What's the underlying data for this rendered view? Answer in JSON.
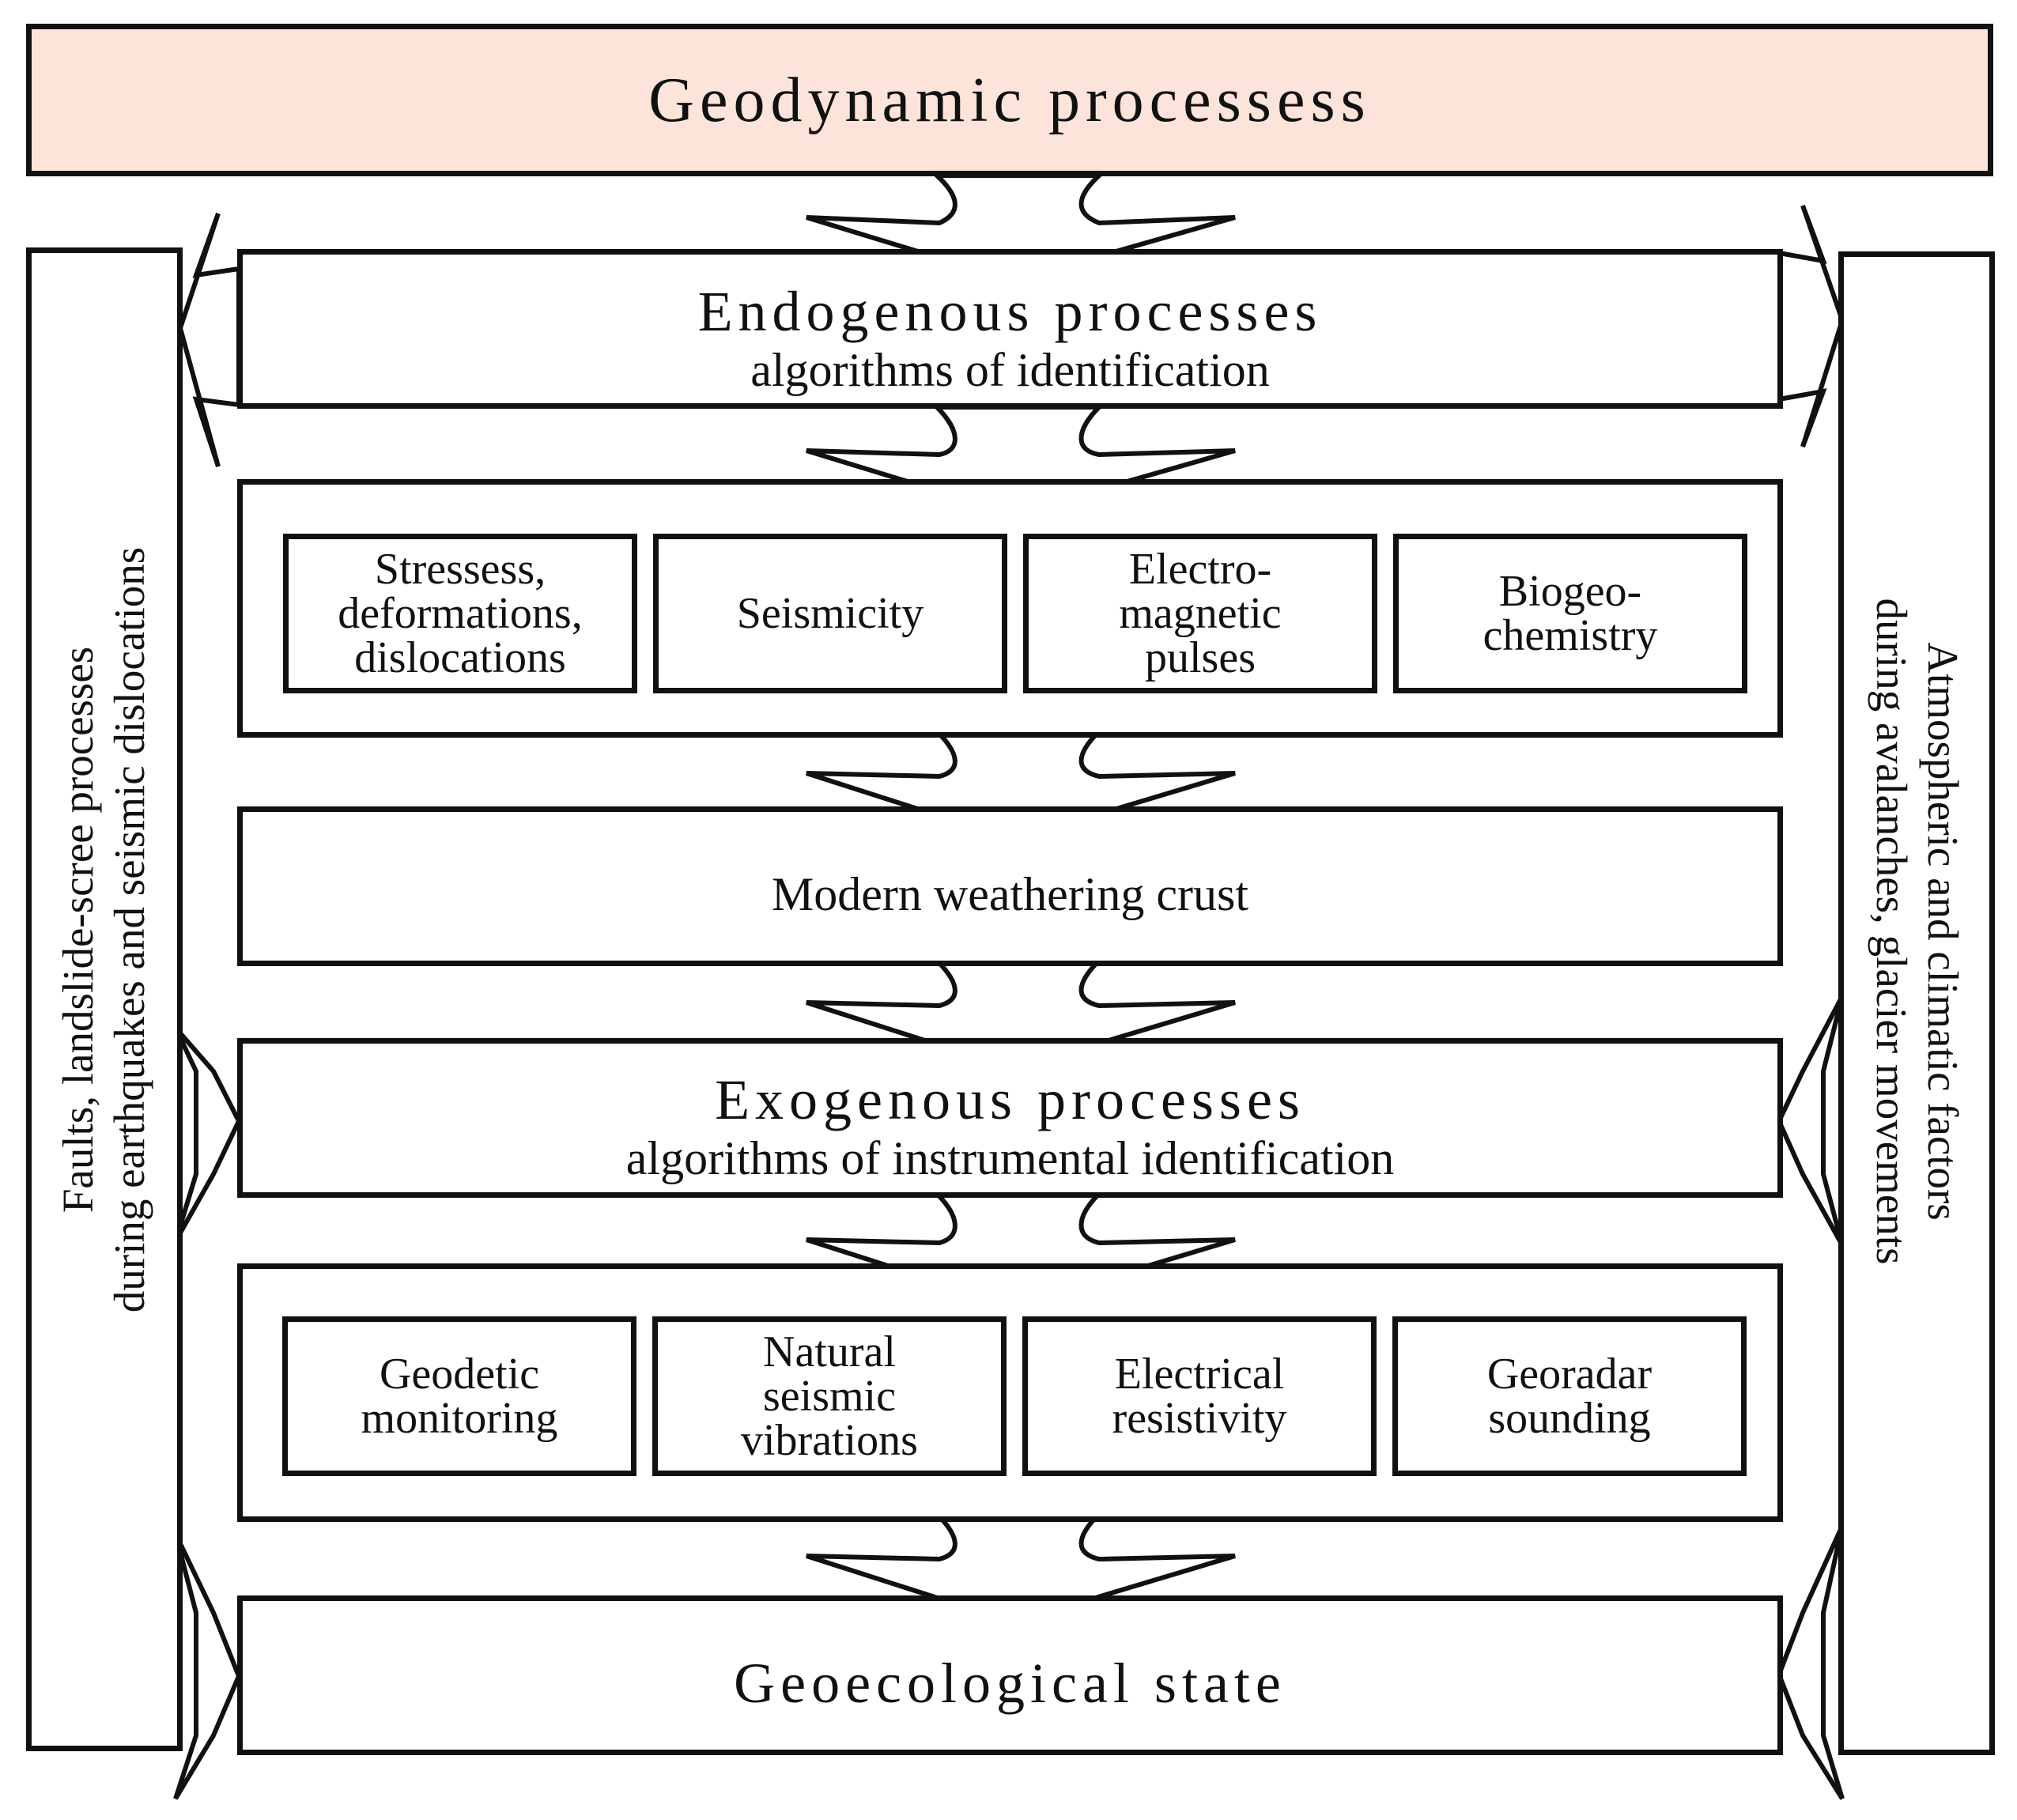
{
  "diagram": {
    "title": "Geodynamic processess",
    "endogenous": {
      "title": "Endogenous processes",
      "subtitle": "algorithms of identification"
    },
    "endogenous_methods": [
      "Stressess, deformations, dislocations",
      "Seismicity",
      "Electro-magnetic pulses",
      "Biogeo-chemistry"
    ],
    "weathering": "Modern weathering crust",
    "exogenous": {
      "title": "Exogenous processes",
      "subtitle": "algorithms of instrumental identification"
    },
    "exogenous_methods": [
      "Geodetic monitoring",
      "Natural seismic vibrations",
      "Electrical resistivity",
      "Georadar sounding"
    ],
    "result": "Geoecological state",
    "left_factor": {
      "line1": "Faults, landslide-scree processes",
      "line2": "during earthquakes and seismic dislocations"
    },
    "right_factor": {
      "line1": "Atmospheric and climatic factors",
      "line2": "during avalanches, glacier movements"
    }
  }
}
